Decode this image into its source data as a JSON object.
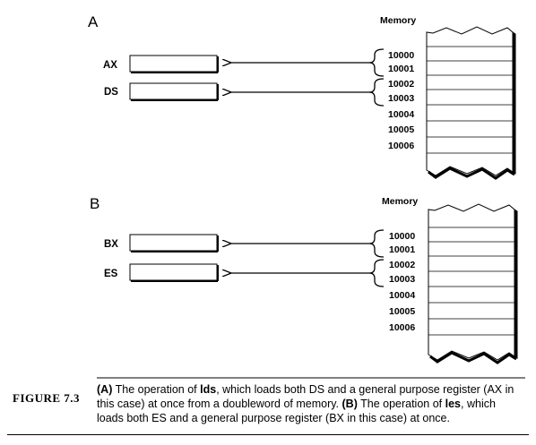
{
  "figure": {
    "panel_a": {
      "label": "A",
      "memory_title": "Memory",
      "registers": [
        {
          "name": "AX"
        },
        {
          "name": "DS"
        }
      ],
      "addresses": [
        "10000",
        "10001",
        "10002",
        "10003",
        "10004",
        "10005",
        "10006"
      ]
    },
    "panel_b": {
      "label": "B",
      "memory_title": "Memory",
      "registers": [
        {
          "name": "BX"
        },
        {
          "name": "ES"
        }
      ],
      "addresses": [
        "10000",
        "10001",
        "10002",
        "10003",
        "10004",
        "10005",
        "10006"
      ]
    }
  },
  "caption": {
    "figure_label": "FIGURE 7.3",
    "part_a_marker": "(A)",
    "part_a_text1": " The operation of ",
    "part_a_op": "lds",
    "part_a_text2": ", which loads both DS and a general purpose register (AX in this case) at once from a doubleword of memory. ",
    "part_b_marker": "(B)",
    "part_b_text1": " The operation of ",
    "part_b_op": "les",
    "part_b_text2": ", which loads both ES and a general purpose register (BX in this case) at once."
  }
}
